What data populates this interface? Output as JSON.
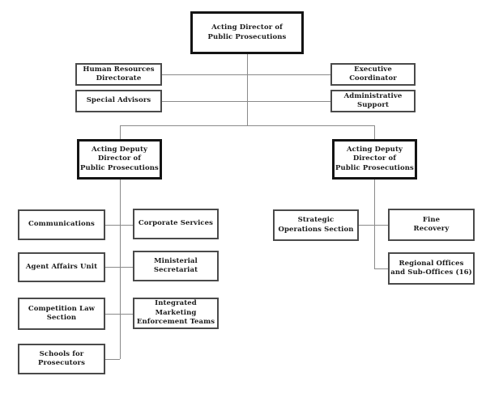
{
  "diagram": {
    "type": "org-chart",
    "background_color": "#ffffff",
    "connector_color": "#8a8a8a",
    "box_border_color": "#4a4a4a",
    "emphasis_border_color": "#141414",
    "text_color": "#1a1a1a"
  },
  "nodes": {
    "director": {
      "label": "Acting Director of\nPublic Prosecutions"
    },
    "hr_directorate": {
      "label": "Human Resources\nDirectorate"
    },
    "special_advisors": {
      "label": "Special Advisors"
    },
    "executive_coordinator": {
      "label": "Executive Coordinator"
    },
    "administrative_support": {
      "label": "Administrative Support"
    },
    "deputy_left": {
      "label": "Acting Deputy\nDirector of\nPublic Prosecutions"
    },
    "deputy_right": {
      "label": "Acting Deputy\nDirector of\nPublic Prosecutions"
    },
    "communications": {
      "label": "Communications"
    },
    "agent_affairs": {
      "label": "Agent Affairs Unit"
    },
    "competition_law": {
      "label": "Competition Law\nSection"
    },
    "schools_for_prosecutors": {
      "label": "Schools for\nProsecutors"
    },
    "corporate_services": {
      "label": "Corporate Services"
    },
    "ministerial_secretariat": {
      "label": "Ministerial Secretariat"
    },
    "integrated_marketing": {
      "label": "Integrated Marketing\nEnforcement Teams"
    },
    "strategic_operations": {
      "label": "Strategic\nOperations Section"
    },
    "fine_recovery": {
      "label": "Fine\nRecovery"
    },
    "regional_offices": {
      "label": "Regional Offices\nand Sub-Offices (16)"
    }
  }
}
